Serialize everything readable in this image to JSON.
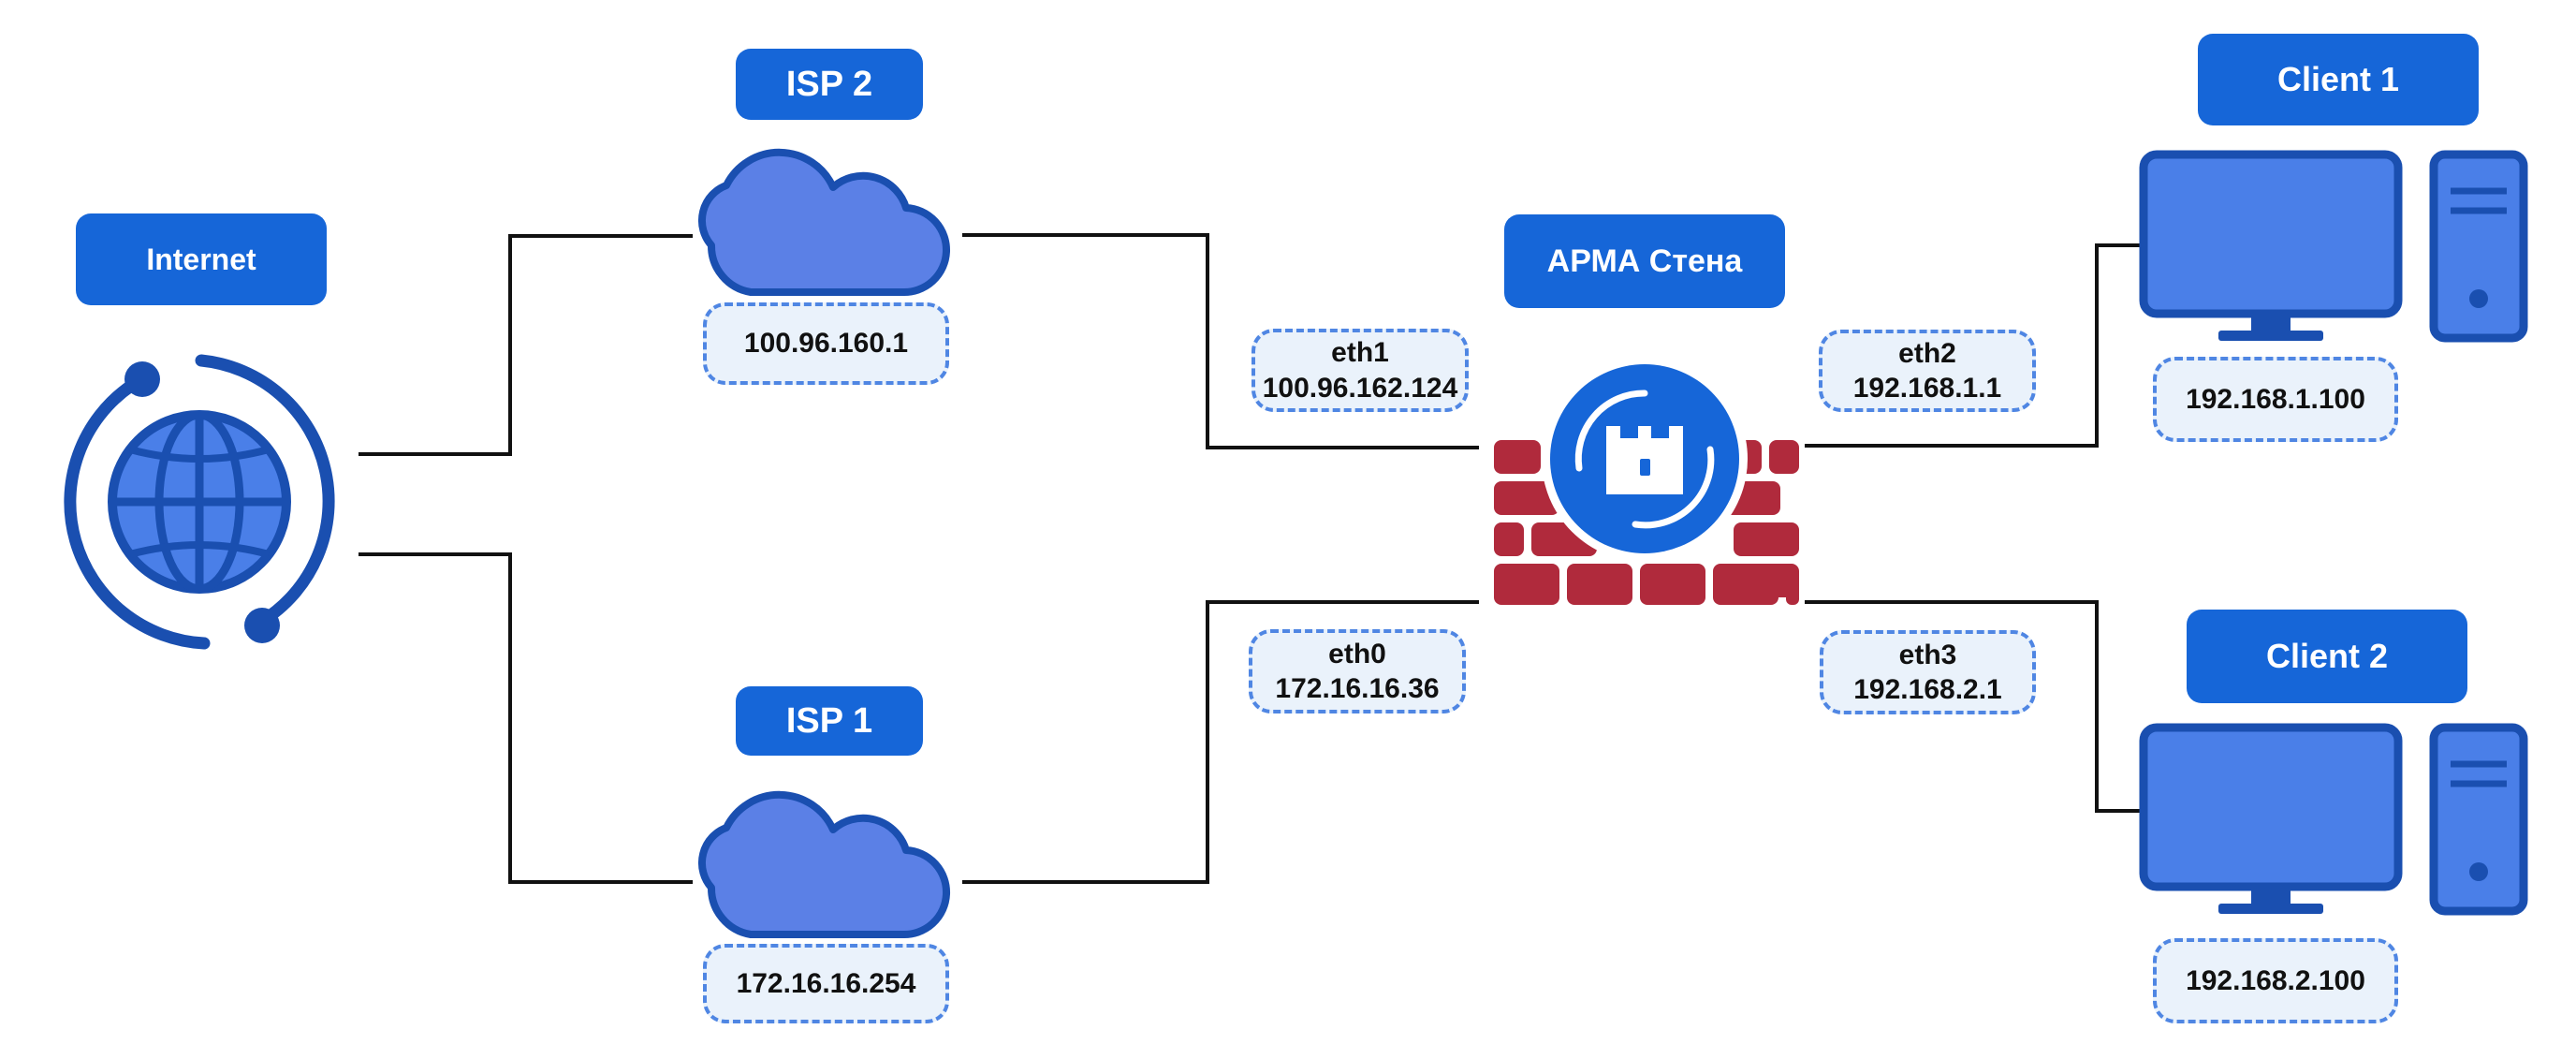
{
  "nodes": {
    "internet": {
      "title": "Internet"
    },
    "isp2": {
      "title": "ISP 2",
      "ip": "100.96.160.1"
    },
    "isp1": {
      "title": "ISP 1",
      "ip": "172.16.16.254"
    },
    "firewall": {
      "title": "АРМА Стена"
    },
    "client1": {
      "title": "Client 1",
      "ip": "192.168.1.100"
    },
    "client2": {
      "title": "Client 2",
      "ip": "192.168.2.100"
    }
  },
  "interfaces": {
    "eth1": {
      "name": "eth1",
      "ip": "100.96.162.124"
    },
    "eth0": {
      "name": "eth0",
      "ip": "172.16.16.36"
    },
    "eth2": {
      "name": "eth2",
      "ip": "192.168.1.1"
    },
    "eth3": {
      "name": "eth3",
      "ip": "192.168.2.1"
    }
  },
  "colors": {
    "title_bg": "#1666d8",
    "label_bg": "#eaf2fb",
    "label_border": "#4f86e3",
    "device_fill": "#4a7fe8",
    "device_stroke": "#1a4fb0",
    "cloud_fill": "#5b80e6",
    "brick": "#b02a3c",
    "connector": "#111111"
  }
}
